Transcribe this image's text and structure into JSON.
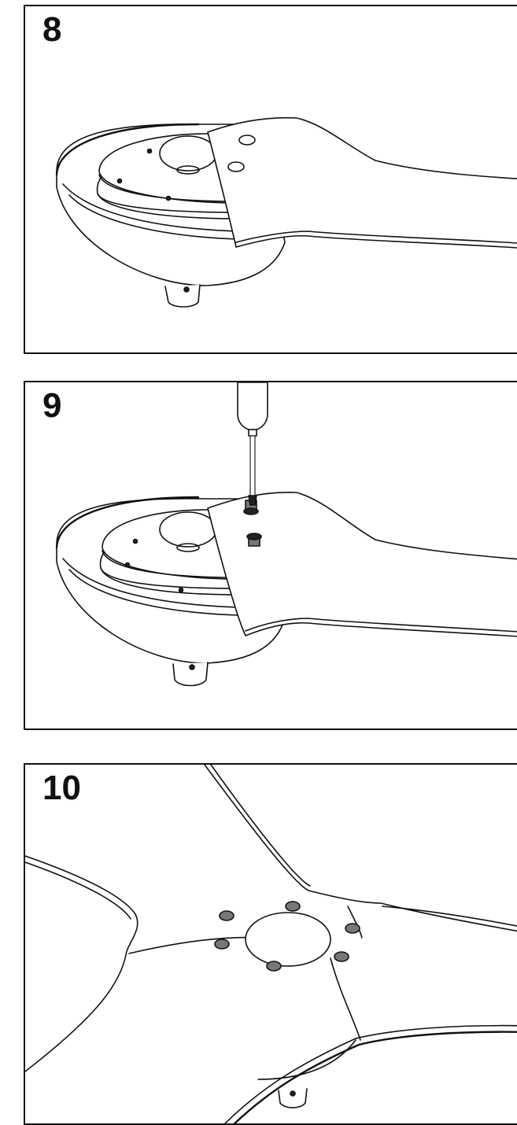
{
  "steps": [
    {
      "number": "8"
    },
    {
      "number": "9"
    },
    {
      "number": "10"
    }
  ]
}
